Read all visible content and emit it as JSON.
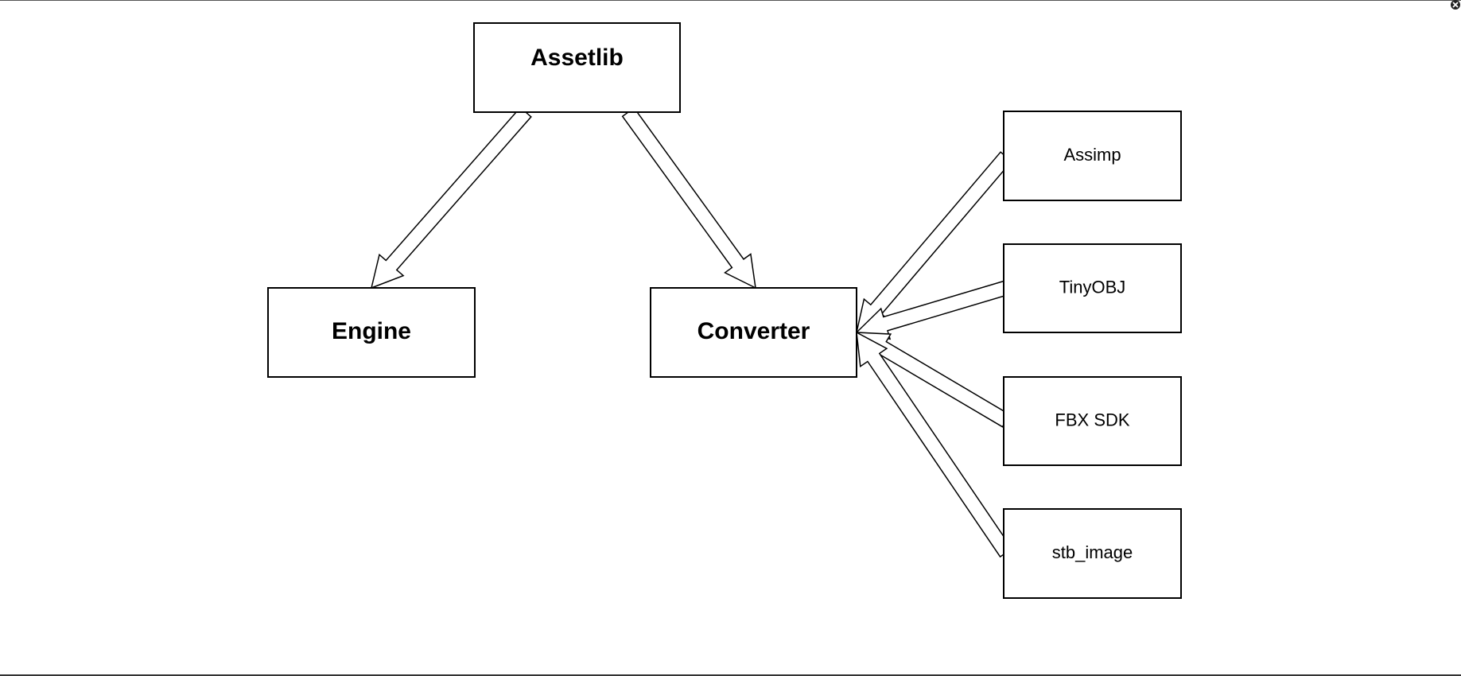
{
  "diagram": {
    "nodes": [
      {
        "id": "assetlib",
        "label": "Assetlib",
        "bold": true
      },
      {
        "id": "engine",
        "label": "Engine",
        "bold": true
      },
      {
        "id": "converter",
        "label": "Converter",
        "bold": true
      },
      {
        "id": "assimp",
        "label": "Assimp",
        "bold": false
      },
      {
        "id": "tinyobj",
        "label": "TinyOBJ",
        "bold": false
      },
      {
        "id": "fbx-sdk",
        "label": "FBX SDK",
        "bold": false
      },
      {
        "id": "stb-image",
        "label": "stb_image",
        "bold": false
      }
    ],
    "edges": [
      {
        "from": "assetlib",
        "to": "engine"
      },
      {
        "from": "assetlib",
        "to": "converter"
      },
      {
        "from": "assimp",
        "to": "converter"
      },
      {
        "from": "tinyobj",
        "to": "converter"
      },
      {
        "from": "fbx-sdk",
        "to": "converter"
      },
      {
        "from": "stb-image",
        "to": "converter"
      }
    ]
  },
  "window": {
    "close_icon": "close-icon"
  }
}
